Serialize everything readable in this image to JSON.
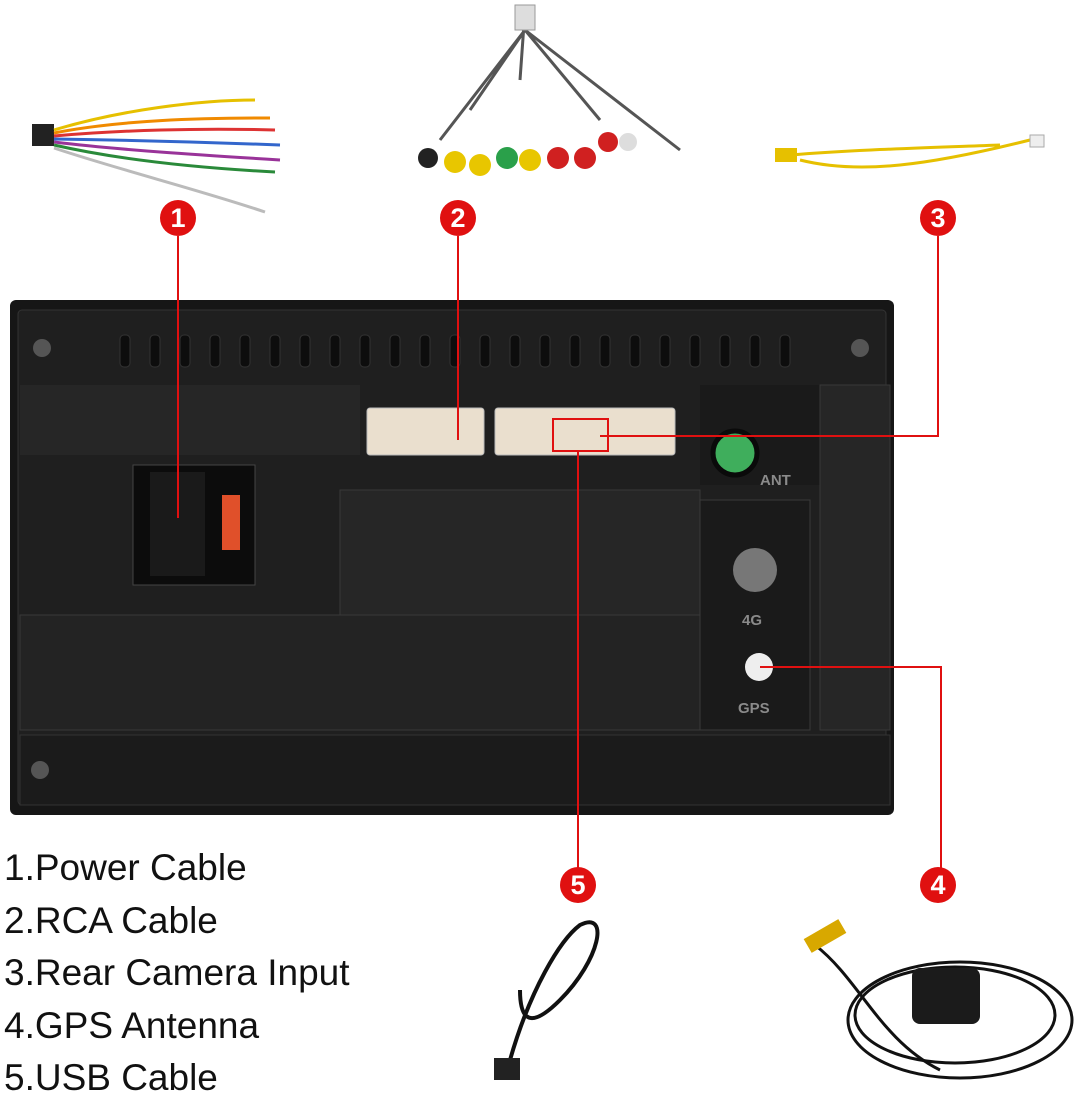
{
  "markers": [
    "1",
    "2",
    "3",
    "4",
    "5"
  ],
  "port_labels": {
    "ant": "ANT",
    "fourg": "4G",
    "gps": "GPS"
  },
  "legend": [
    "1.Power Cable",
    "2.RCA Cable",
    "3.Rear Camera Input",
    "4.GPS Antenna",
    "5.USB Cable"
  ],
  "colors": {
    "marker": "#e01010",
    "line": "#e01010",
    "unit": "#1c1c1c",
    "connector": "#eadfce",
    "ant_port": "#3fae5c"
  }
}
